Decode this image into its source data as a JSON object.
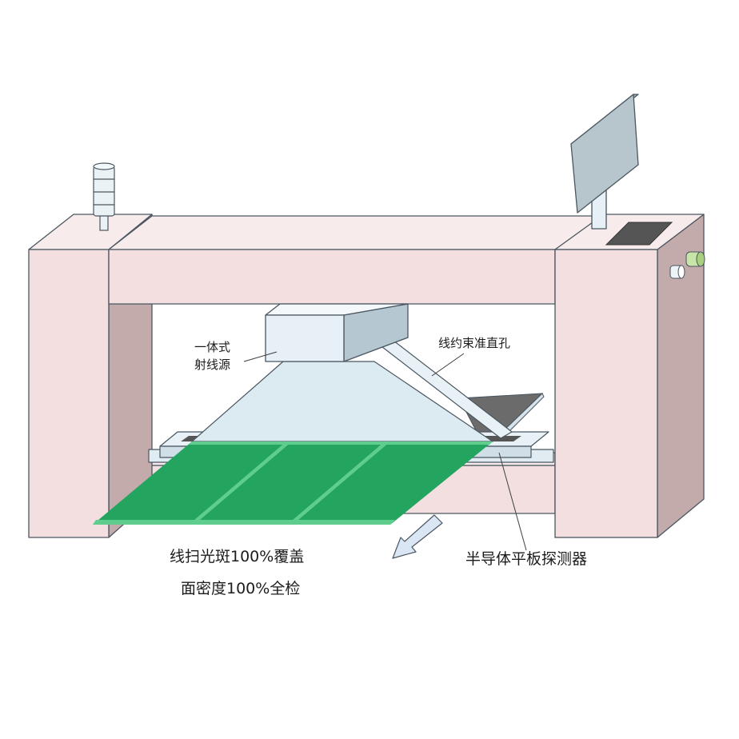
{
  "labels": {
    "source_line1": "一体式",
    "source_line2": "射线源",
    "collimator": "线约束准直孔",
    "detector": "半导体平板探测器",
    "caption_line1": "线扫光斑100%覆盖",
    "caption_line2": "面密度100%全检"
  },
  "colors": {
    "frame_front": "#f3dfdf",
    "frame_side": "#c3aaab",
    "frame_top": "#f8ebeb",
    "beam": "#dcebf2",
    "sheet": "#23a45f",
    "sheet_stripe": "#5fce8d",
    "outline": "#4a5660",
    "arrow": "#dbe6f5"
  }
}
